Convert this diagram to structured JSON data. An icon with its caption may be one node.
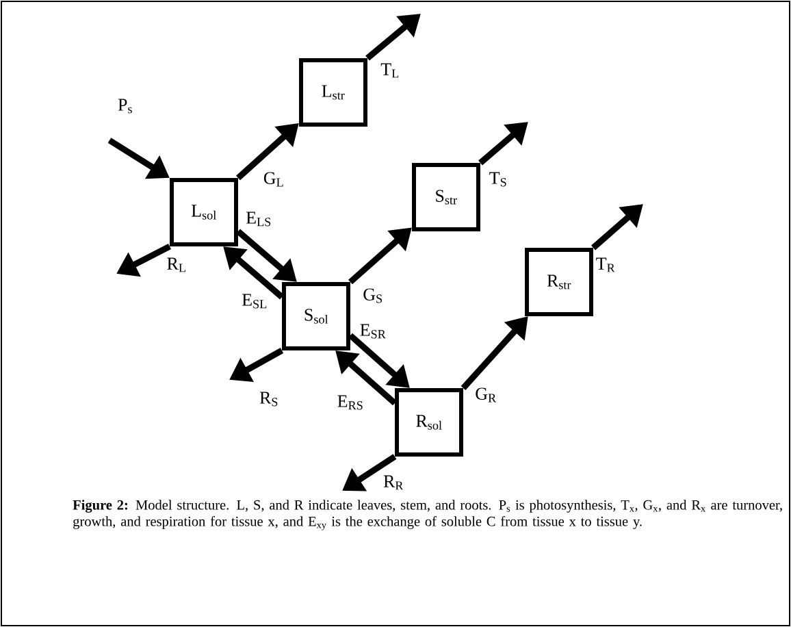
{
  "diagram": {
    "caption": "**Figure 2:** Model structure. L, S, and R indicate leaves, stem, and roots. P$_{s}$ is photosynthesis, T$_{x}$, G$_{x}$, and R$_{x}$ are turnover, growth, and respiration for tissue x, and E$_{xy}$ is the exchange of soluble C from tissue x to tissue y.",
    "nodes": [
      {
        "text": [
          "L$_{str}$"
        ]
      },
      {
        "text": [
          "L$_{sol}$"
        ]
      },
      {
        "text": [
          "S$_{str}$"
        ]
      },
      {
        "text": [
          "S$_{sol}$"
        ]
      },
      {
        "text": [
          "R$_{str}$"
        ]
      },
      {
        "text": [
          "R$_{sol}$"
        ]
      }
    ],
    "edges": [
      {
        "from": null,
        "to": 1,
        "arrow": "to",
        "label": "P$_{s}$"
      },
      {
        "from": 1,
        "to": 0,
        "arrow": "to",
        "label": "G$_{L}$"
      },
      {
        "from": 0,
        "to": null,
        "arrow": "to",
        "label": "T$_{L}$"
      },
      {
        "from": 1,
        "to": null,
        "arrow": "to",
        "label": "R$_{L}$"
      },
      {
        "from": 1,
        "to": 3,
        "arrow": "to",
        "label": "E$_{LS}$"
      },
      {
        "from": 3,
        "to": 2,
        "arrow": "to",
        "label": "G$_{S}$"
      },
      {
        "from": 2,
        "to": null,
        "arrow": "to",
        "label": "T$_{S}$"
      },
      {
        "from": 3,
        "to": 1,
        "arrow": "to",
        "label": "E$_{SL}$"
      },
      {
        "from": 3,
        "to": 5,
        "arrow": "to",
        "label": "E$_{SR}$"
      },
      {
        "from": 3,
        "to": null,
        "arrow": "to",
        "label": "R$_{S}$"
      },
      {
        "from": 5,
        "to": 4,
        "arrow": "to",
        "label": "G$_{R}$"
      },
      {
        "from": 4,
        "to": null,
        "arrow": "to",
        "label": "T$_{R}$"
      },
      {
        "from": 5,
        "to": 3,
        "arrow": "to",
        "label": "E$_{RS}$"
      },
      {
        "from": 5,
        "to": null,
        "arrow": "to",
        "label": "R$_{R}$"
      }
    ]
  }
}
